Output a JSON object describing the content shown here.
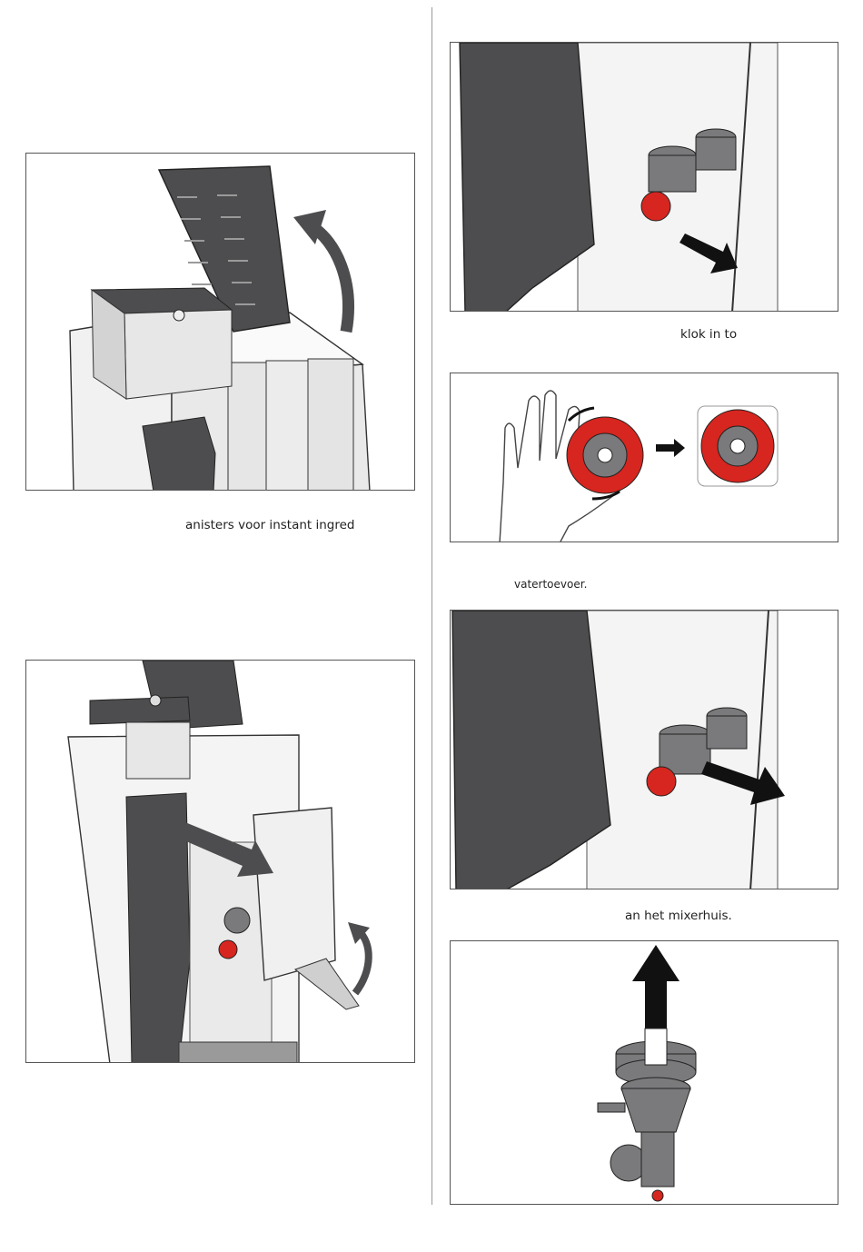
{
  "captions": {
    "canisters": "anisters voor instant ingredi",
    "klok": "klok in to",
    "watertoevoer": "vatertoevoer.",
    "mixerhuis": "an het mixerhuis."
  },
  "colors": {
    "dark_gray": "#4d4d4f",
    "mid_gray": "#7a7a7c",
    "light_gray": "#dcdcdc",
    "red": "#d6261f",
    "black": "#111111"
  }
}
